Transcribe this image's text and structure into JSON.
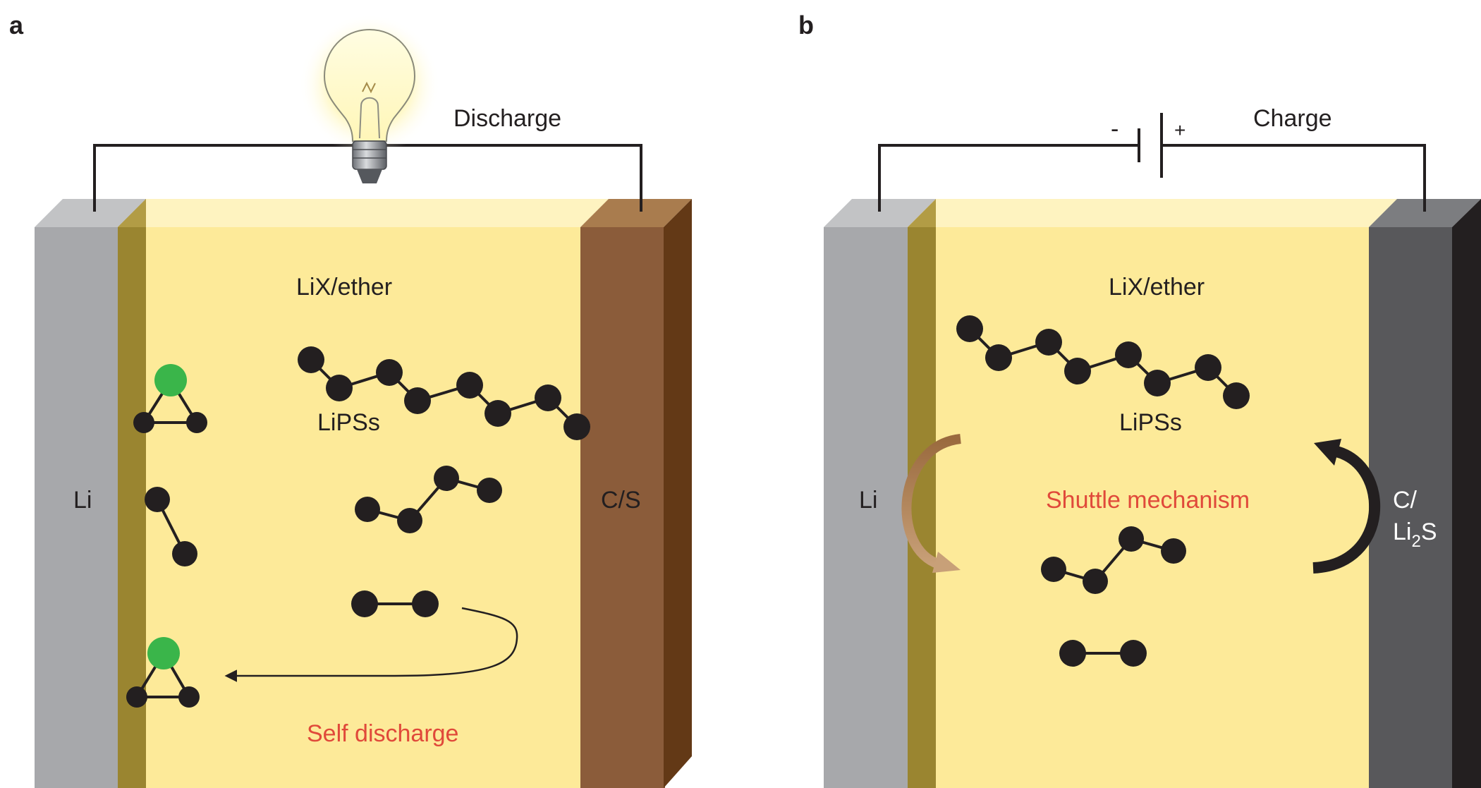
{
  "colors": {
    "electrolyte": "#fdea99",
    "electrolyte_top": "#fef3c0",
    "li": "#a7a8ab",
    "li_top": "#c2c3c5",
    "sei": "#9a8530",
    "cs_front": "#8b5c3a",
    "cs_side": "#633916",
    "cs_top": "#a97c4e",
    "c_li2s_front": "#58585b",
    "c_li2s_side": "#231f20",
    "c_li2s_top": "#7c7d80",
    "molecule": "#231f20",
    "lithium_atom": "#3ab54a",
    "highlight_text": "#e0493a"
  },
  "panel_a": {
    "label": "a",
    "circuit_label": "Discharge",
    "electrolyte_label": "LiX/ether",
    "species_label": "LiPSs",
    "anode_label": "Li",
    "cathode_label": "C/S",
    "process_label": "Self discharge",
    "load_icon": "light-bulb-icon"
  },
  "panel_b": {
    "label": "b",
    "circuit_label": "Charge",
    "minus_sign": "-",
    "plus_sign": "+",
    "electrolyte_label": "LiX/ether",
    "species_label": "LiPSs",
    "anode_label": "Li",
    "cathode_label_line1": "C/",
    "cathode_label_line2_main": "Li",
    "cathode_label_line2_sub": "2",
    "cathode_label_line2_end": "S",
    "process_label": "Shuttle mechanism",
    "source_icon": "battery-icon"
  }
}
